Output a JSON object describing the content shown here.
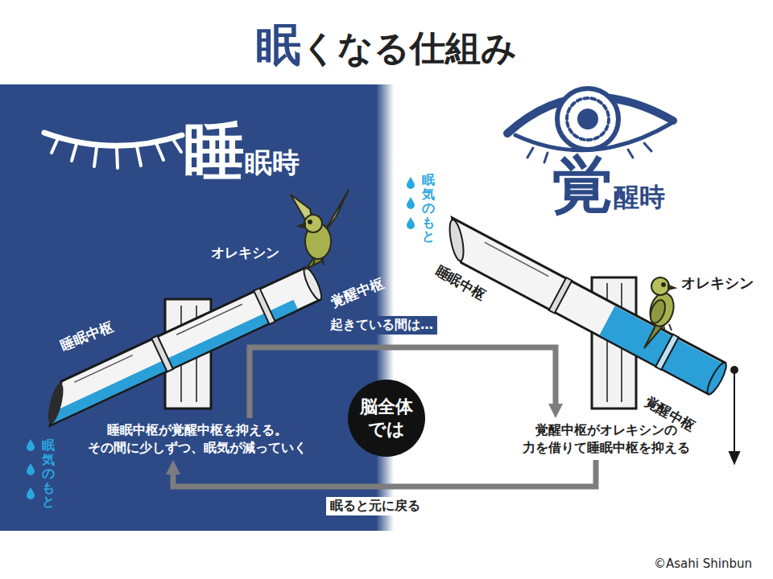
{
  "diagram": {
    "title": "眠くなる仕組み",
    "nodes": [
      {
        "text": [
          "睡眠中枢が覚醒中枢を抑える。 その間に少しずつ、眠気が減っていく"
        ]
      },
      {
        "text": [
          "脳全体では"
        ]
      },
      {
        "text": [
          "覚醒中枢がオレキシンの 力を借りて睡眠中枢を抑える"
        ]
      }
    ],
    "edges": [
      {
        "from": 0,
        "to": 2,
        "arrow": "to",
        "label": "起きている間は…"
      },
      {
        "from": 2,
        "to": 0,
        "arrow": "to",
        "label": "眠ると元に戻る"
      }
    ],
    "labels": [
      "睡眠時",
      "覚醒時",
      "オレキシン",
      "覚醒中枢",
      "睡眠中枢",
      "眠気のもと",
      "眠気のもと",
      "睡眠中枢",
      "オレキシン",
      "覚醒中枢",
      "©Asahi Shinbun"
    ]
  }
}
